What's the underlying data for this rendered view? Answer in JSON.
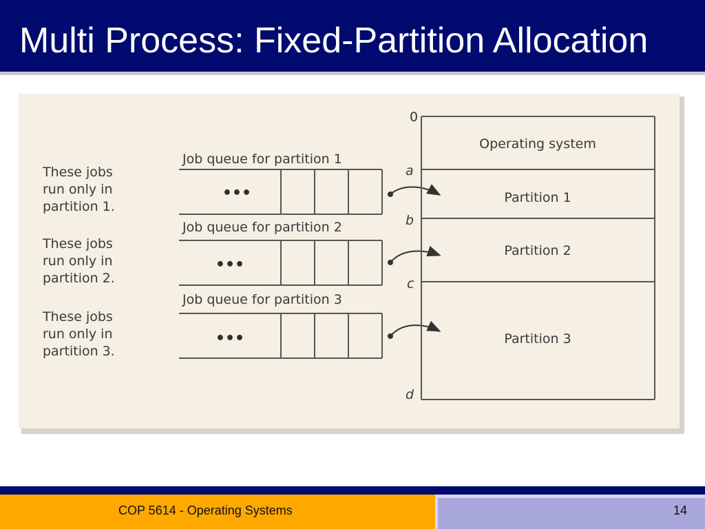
{
  "slide": {
    "title": "Multi Process: Fixed-Partition Allocation",
    "footer_course": "COP 5614 - Operating Systems",
    "page_number": "14"
  },
  "diagram": {
    "jobs_notes": [
      [
        "These jobs",
        "run only in",
        "partition 1."
      ],
      [
        "These jobs",
        "run only in",
        "partition 2."
      ],
      [
        "These jobs",
        "run only in",
        "partition 3."
      ]
    ],
    "queues": [
      {
        "label": "Job queue for partition 1",
        "ellipsis": "•••"
      },
      {
        "label": "Job queue for partition 2",
        "ellipsis": "•••"
      },
      {
        "label": "Job queue for partition 3",
        "ellipsis": "•••"
      }
    ],
    "address_marks": [
      "0",
      "a",
      "b",
      "c",
      "d"
    ],
    "memory_regions": [
      "Operating system",
      "Partition 1",
      "Partition 2",
      "Partition 3"
    ]
  },
  "colors": {
    "header_bg": "#010a6e",
    "figure_bg": "#f5efe4",
    "footer_orange": "#ffa800",
    "footer_lavender": "#a8a7dc"
  }
}
